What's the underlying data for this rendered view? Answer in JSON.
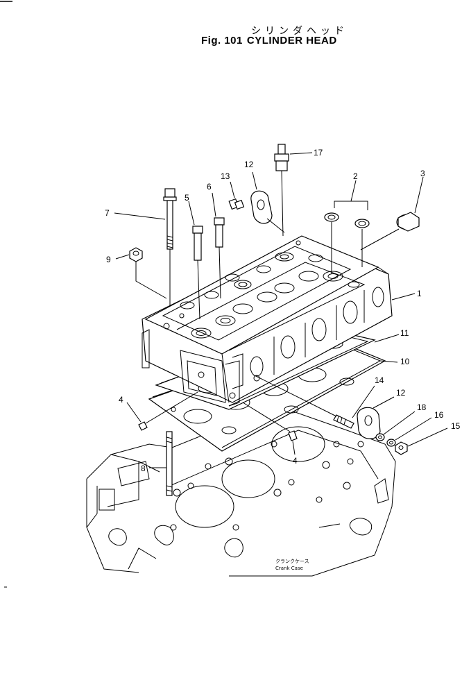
{
  "title": {
    "japanese": "シリンダヘッド",
    "fig_prefix": "Fig. 101",
    "name": "CYLINDER HEAD"
  },
  "callouts": {
    "c1": "1",
    "c2": "2",
    "c3": "3",
    "c4a": "4",
    "c4b": "4",
    "c5": "5",
    "c6": "6",
    "c7": "7",
    "c8": "8",
    "c9": "9",
    "c10": "10",
    "c11": "11",
    "c12a": "12",
    "c12b": "12",
    "c13": "13",
    "c14": "14",
    "c15": "15",
    "c16": "16",
    "c17": "17",
    "c18": "18"
  },
  "crank_case": {
    "japanese": "クランクケース",
    "english": "Crank Case"
  }
}
